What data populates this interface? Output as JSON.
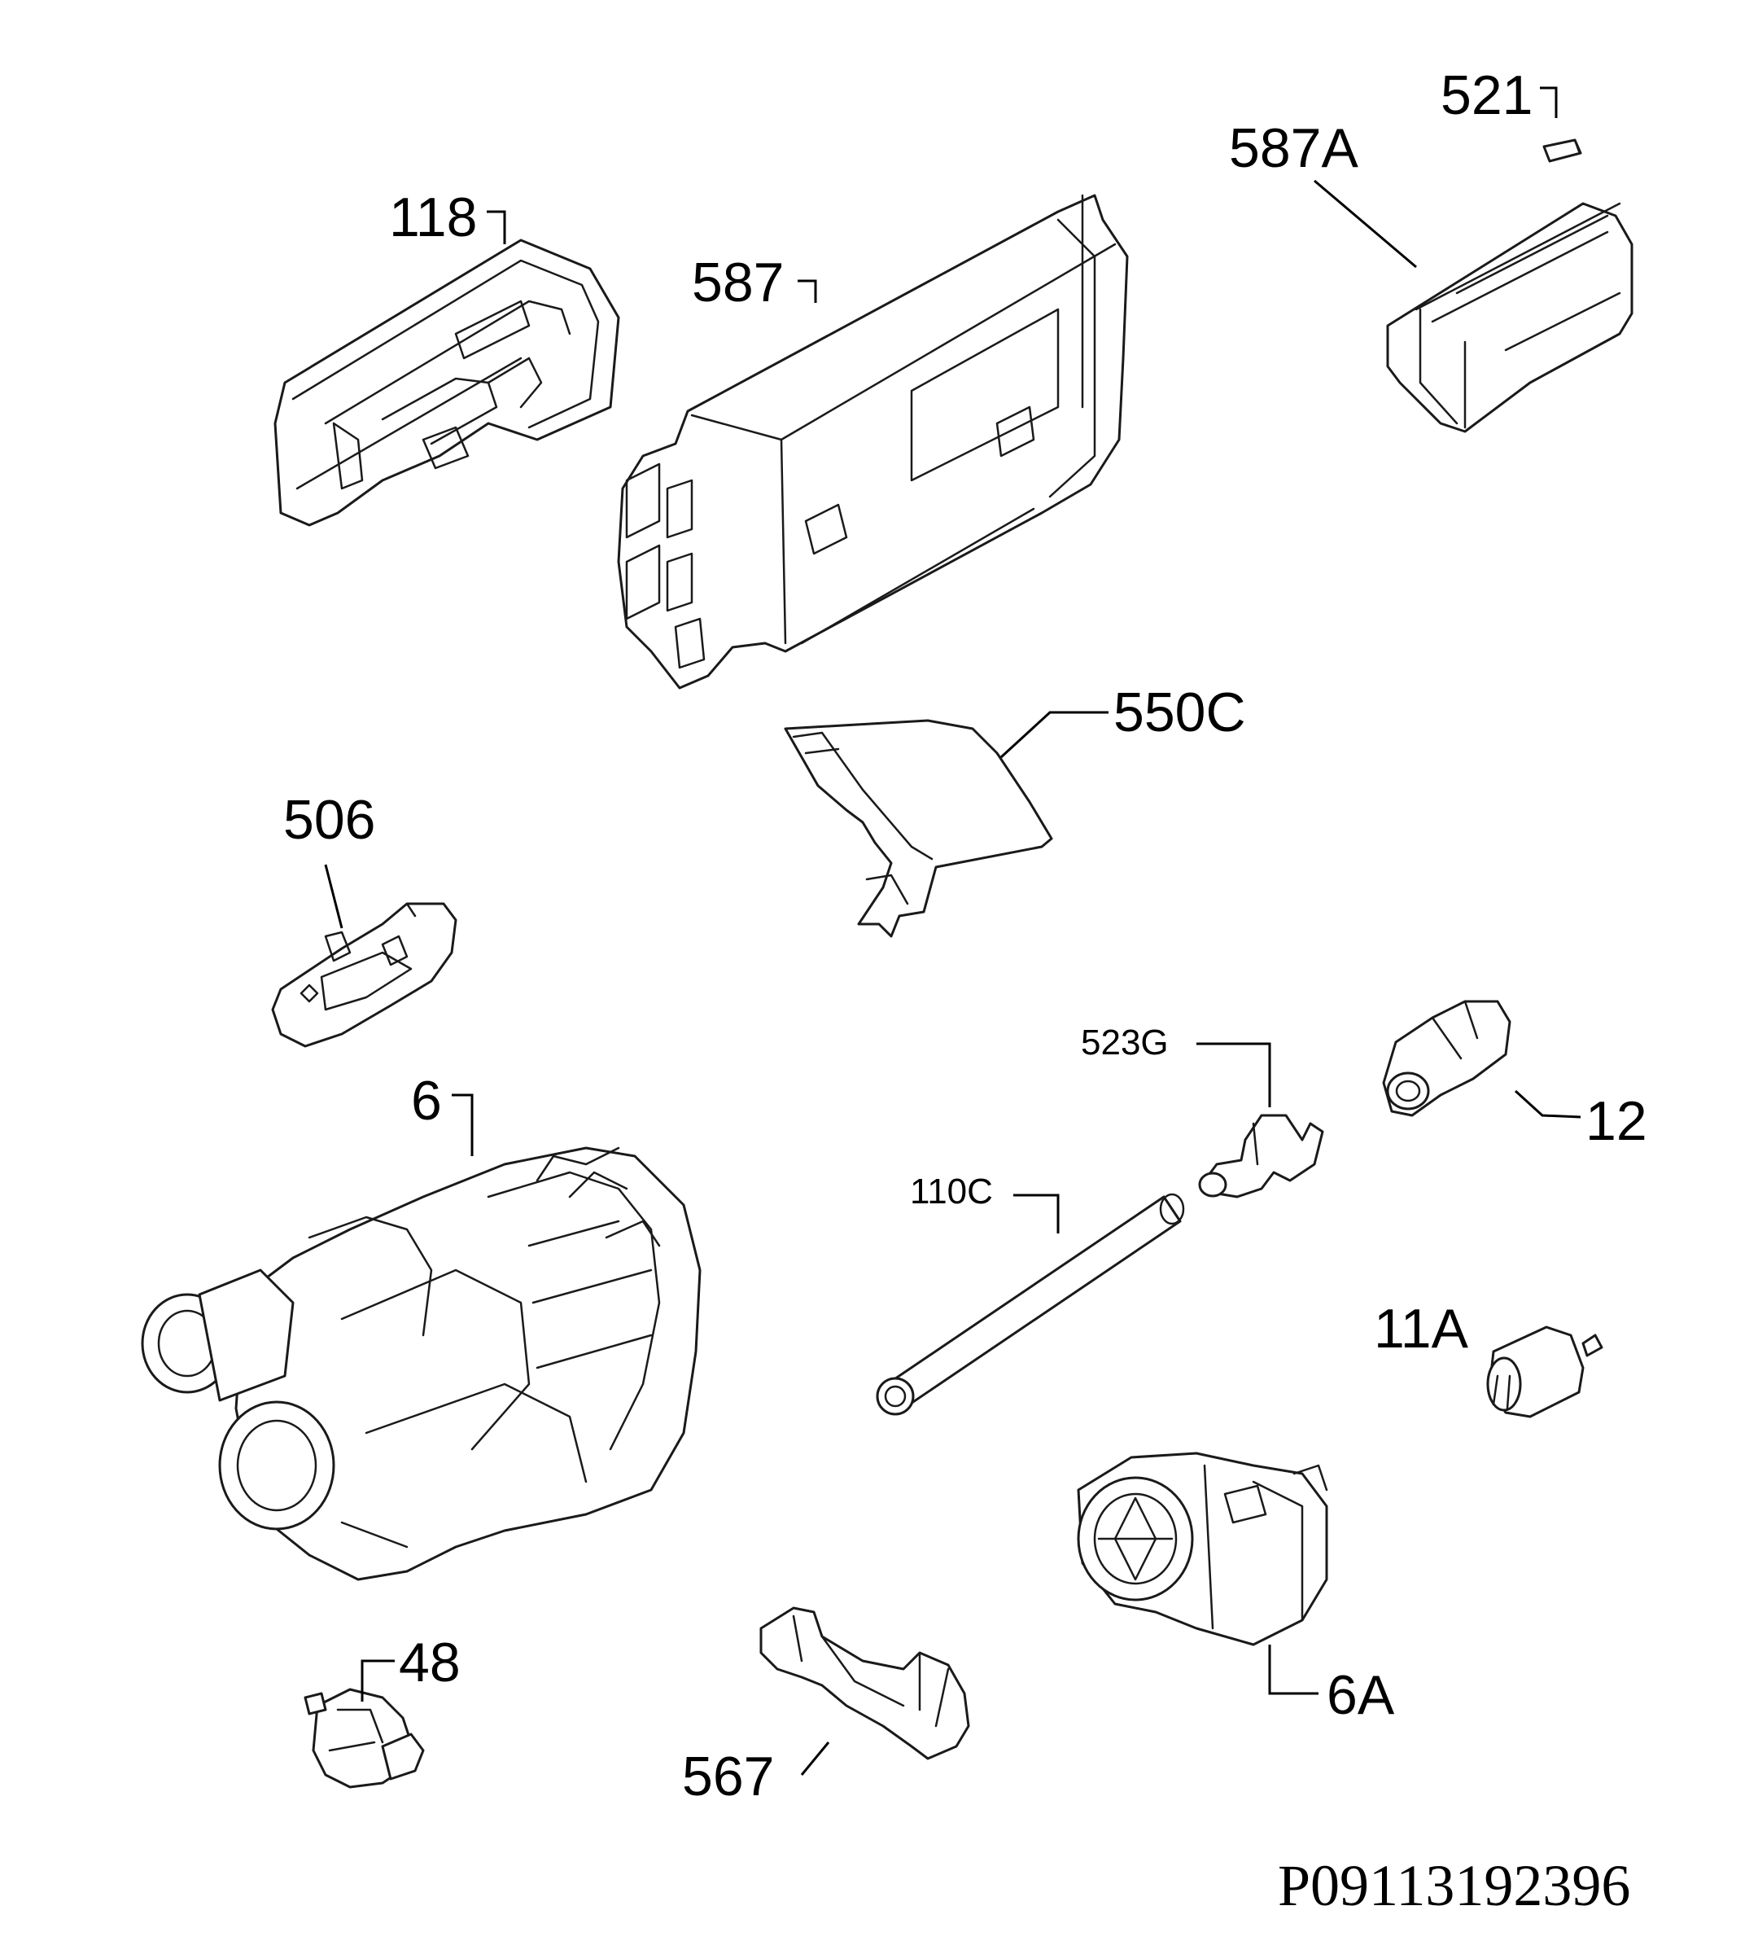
{
  "labels": {
    "p118": "118",
    "p587": "587",
    "p587A": "587A",
    "p521": "521",
    "p550C": "550C",
    "p506": "506",
    "p523G": "523G",
    "p12": "12",
    "p6": "6",
    "p110C": "110C",
    "p11A": "11A",
    "p6A": "6A",
    "p48": "48",
    "p567": "567"
  },
  "drawing_code": "P09113192396"
}
